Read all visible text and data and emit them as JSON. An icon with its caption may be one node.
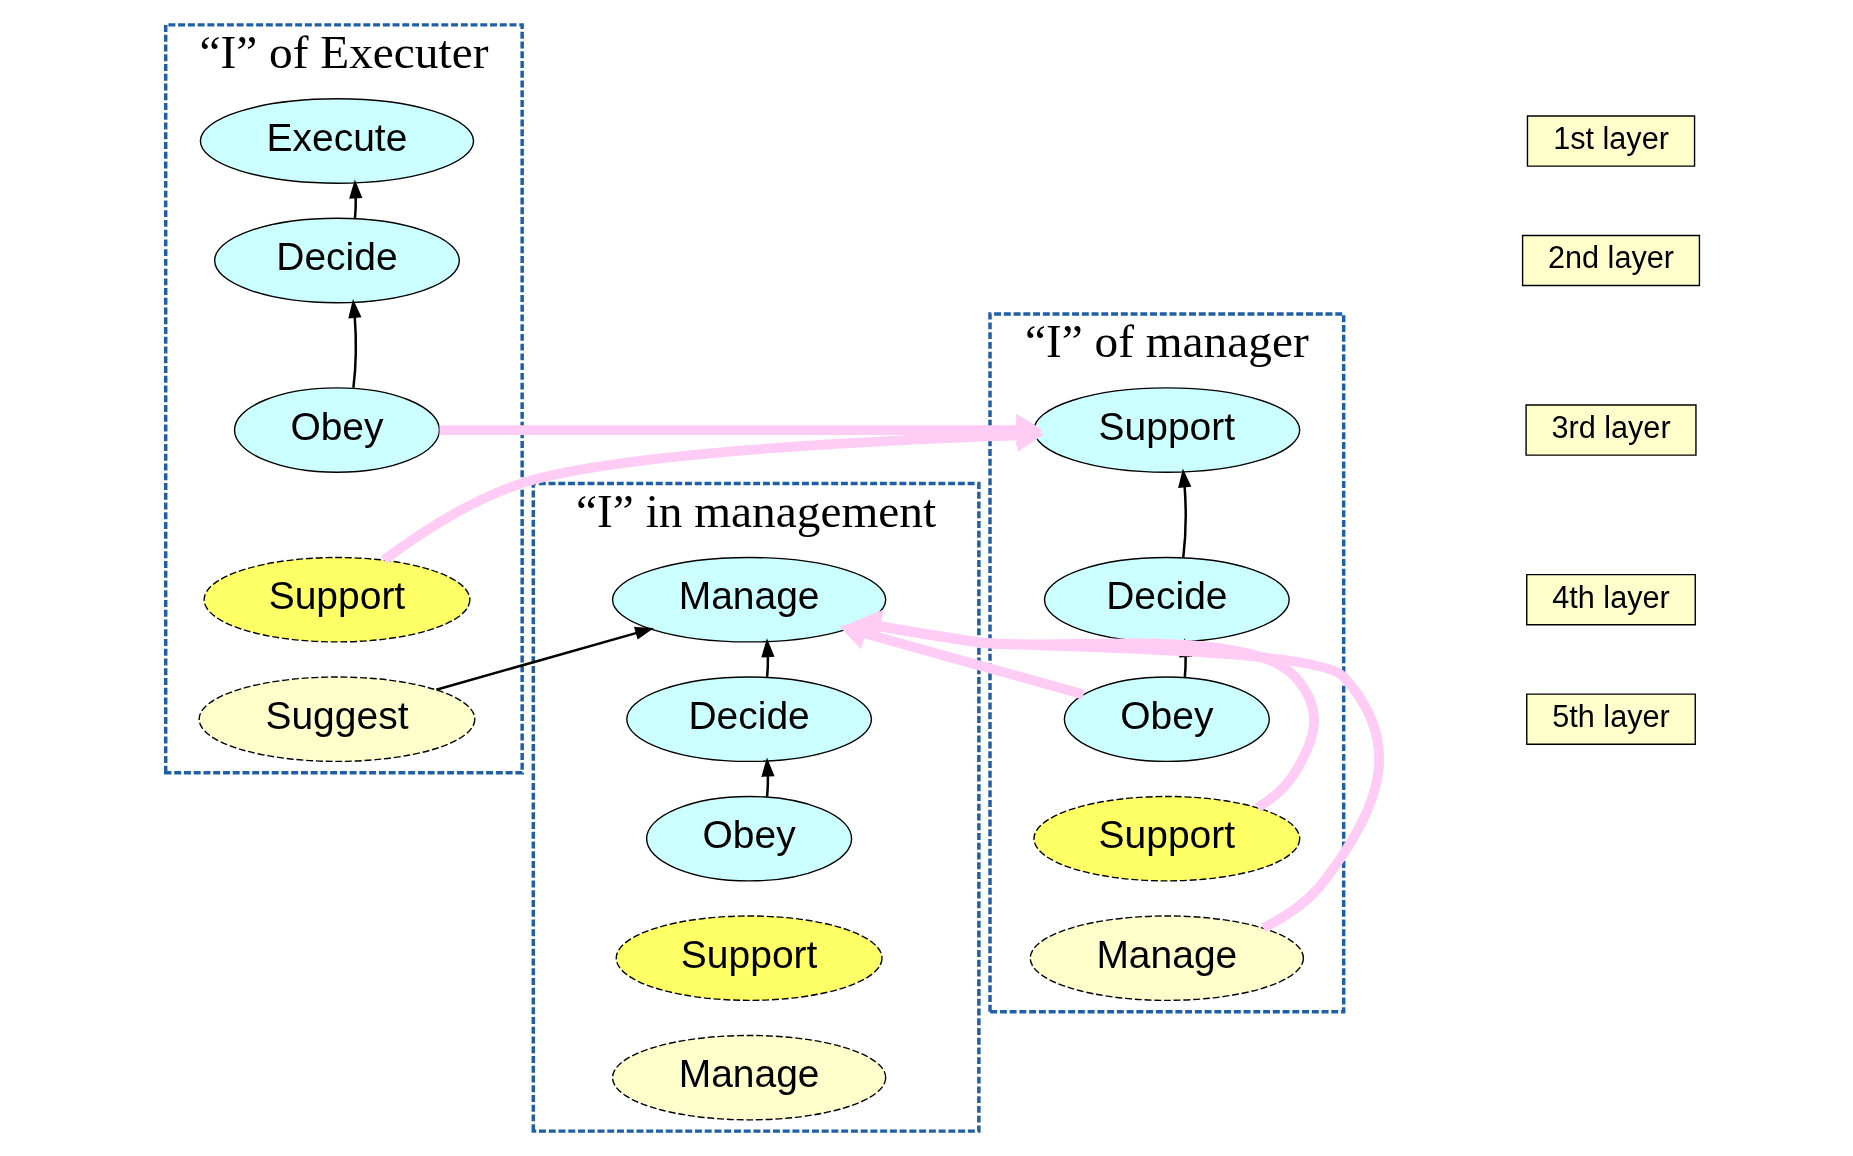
{
  "diagram": {
    "nodes": [
      {
        "text": [
          "“I” of Executer"
        ]
      },
      {
        "text": [
          "“I” of manager"
        ]
      },
      {
        "text": [
          "“I” in management"
        ]
      },
      {
        "text": [
          "1st layer"
        ]
      },
      {
        "text": [
          "2nd layer"
        ]
      },
      {
        "text": [
          "3rd layer"
        ]
      },
      {
        "text": [
          "4th layer"
        ]
      },
      {
        "text": [
          "5th layer"
        ]
      },
      {
        "text": [
          "Execute"
        ],
        "in": 0
      },
      {
        "text": [
          "Decide"
        ],
        "in": 0
      },
      {
        "text": [
          "Obey"
        ],
        "in": 0
      },
      {
        "text": [
          "Support"
        ],
        "in": 0
      },
      {
        "text": [
          "Suggest"
        ],
        "in": 0
      },
      {
        "text": [
          "Support"
        ],
        "in": 1
      },
      {
        "text": [
          "Decide"
        ],
        "in": 1
      },
      {
        "text": [
          "Obey"
        ],
        "in": 1
      },
      {
        "text": [
          "Support"
        ],
        "in": 1
      },
      {
        "text": [
          "Manage"
        ],
        "in": 1
      },
      {
        "text": [
          "Manage"
        ],
        "in": 2
      },
      {
        "text": [
          "Decide"
        ],
        "in": 2
      },
      {
        "text": [
          "Obey"
        ],
        "in": 2
      },
      {
        "text": [
          "Support"
        ],
        "in": 2
      },
      {
        "text": [
          "Manage"
        ],
        "in": 2
      }
    ],
    "edges": [
      {
        "from": 9,
        "to": 8,
        "arrow": "to"
      },
      {
        "from": 10,
        "to": 9,
        "arrow": "to"
      },
      {
        "from": 14,
        "to": 13,
        "arrow": "to"
      },
      {
        "from": 15,
        "to": 14,
        "arrow": "to"
      },
      {
        "from": 19,
        "to": 18,
        "arrow": "to"
      },
      {
        "from": 20,
        "to": 19,
        "arrow": "to"
      },
      {
        "from": 10,
        "to": 13,
        "arrow": "to",
        "style": "thick",
        "color": "#ffccf5"
      },
      {
        "from": 11,
        "to": 13,
        "arrow": "to",
        "style": "thick",
        "color": "#ffccf5"
      },
      {
        "from": 15,
        "to": 18,
        "arrow": "to",
        "style": "thick",
        "color": "#ffccf5"
      },
      {
        "from": 16,
        "to": 18,
        "arrow": "to",
        "style": "thick",
        "color": "#ffccf5"
      },
      {
        "from": 17,
        "to": 18,
        "arrow": "to",
        "style": "thick",
        "color": "#ffccf5"
      },
      {
        "from": 12,
        "to": 18,
        "arrow": "to"
      }
    ]
  }
}
